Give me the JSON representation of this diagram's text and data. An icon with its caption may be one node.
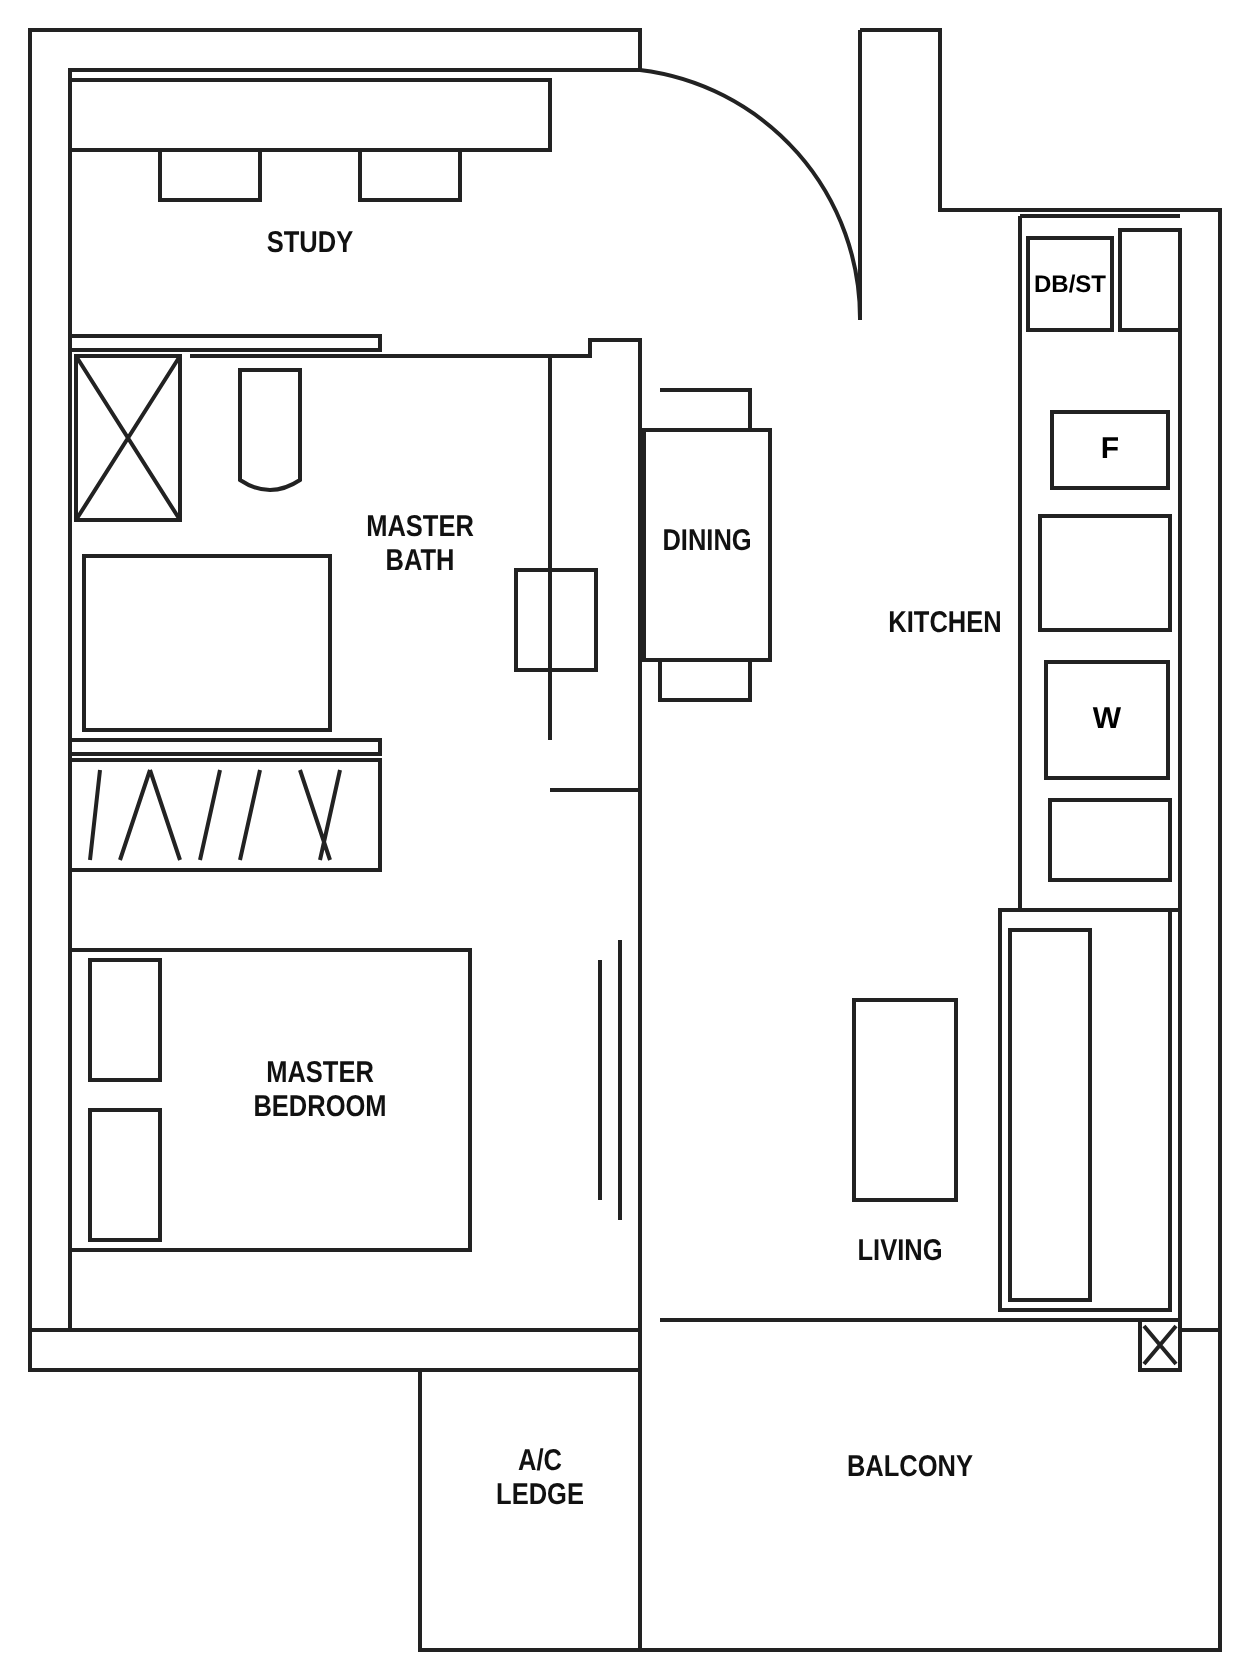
{
  "diagram": {
    "nodes": [
      {
        "text": [
          "STUDY"
        ]
      },
      {
        "text": [
          "DB/ST"
        ]
      },
      {
        "text": [
          "MASTER BATH"
        ]
      },
      {
        "text": [
          "DINING"
        ]
      },
      {
        "text": [
          "F"
        ]
      },
      {
        "text": [
          "KITCHEN"
        ]
      },
      {
        "text": [
          "W"
        ]
      },
      {
        "text": [
          "MASTER BEDROOM"
        ]
      },
      {
        "text": [
          "LIVING"
        ]
      },
      {
        "text": [
          "A/C LEDGE"
        ]
      },
      {
        "text": [
          "BALCONY"
        ]
      }
    ]
  }
}
